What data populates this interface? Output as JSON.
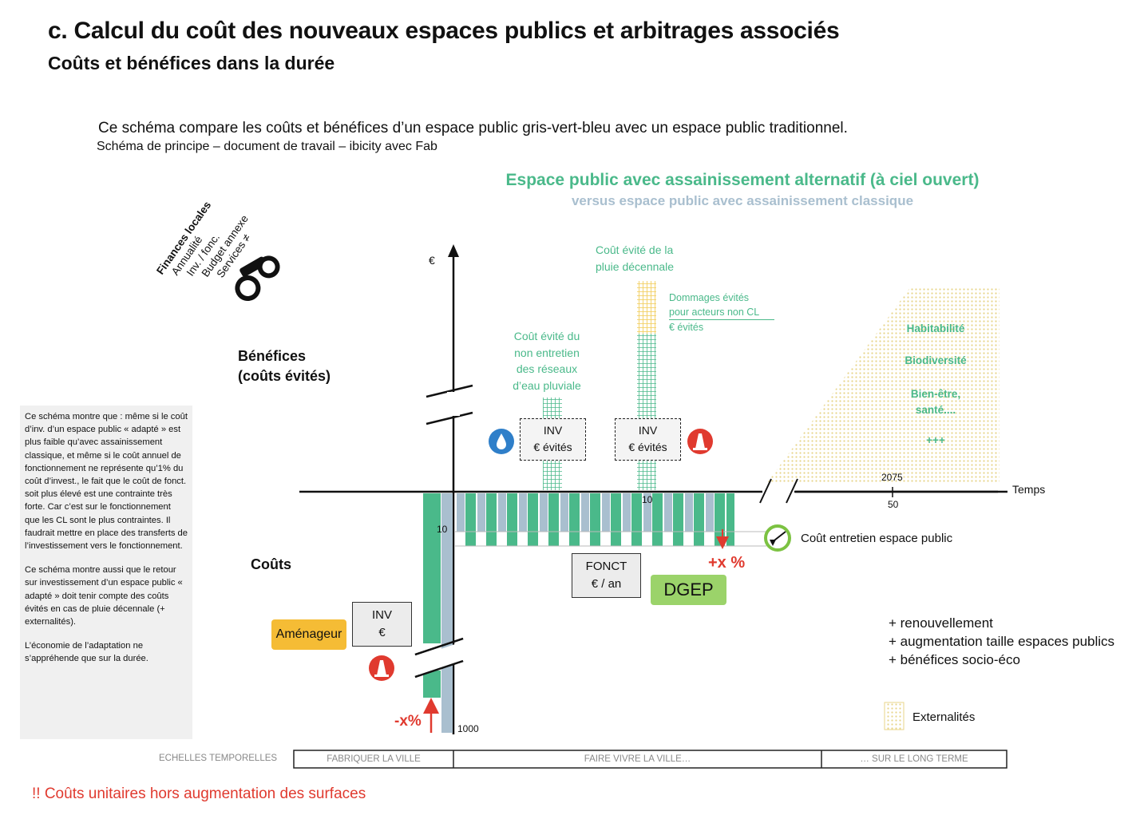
{
  "header": {
    "title": "c. Calcul du coût des nouveaux espaces publics et arbitrages associés",
    "subtitle": "Coûts et bénéfices dans la durée",
    "intro": "Ce schéma compare les coûts et bénéfices d’un espace public gris-vert-bleu avec un espace public traditionnel.",
    "intro_note": "Schéma de principe – document de travail – ibicity avec Fab"
  },
  "diagram": {
    "title": "Espace public avec assainissement alternatif (à ciel ouvert)",
    "subtitle": "versus espace public avec assainissement classique",
    "finances": {
      "heading": "Finances locales",
      "lines": [
        "Annualité",
        "Inv. / fonc.",
        "Budget annexe",
        "Services ≠"
      ]
    },
    "benefits_label_1": "Bénéfices",
    "benefits_label_2": "(coûts évités)",
    "costs_label": "Coûts",
    "euro_label": "€",
    "time_label": "Temps",
    "tick_10_top": "10",
    "tick_10_left": "10",
    "tick_1000": "1000",
    "tick_50": "50",
    "year_2075": "2075",
    "cout_evite_reseaux": [
      "Coût évité du",
      "non entretien",
      "des réseaux",
      "d’eau pluviale"
    ],
    "cout_evite_pluie": [
      "Coût évité de la",
      "pluie décennale"
    ],
    "dommages": [
      "Dommages évités",
      "pour acteurs non CL",
      "€ évités"
    ],
    "inv_evites_1": [
      "INV",
      "€ évités"
    ],
    "inv_evites_2": [
      "INV",
      "€ évités"
    ],
    "inv_box": [
      "INV",
      "€"
    ],
    "fonct_box": [
      "FONCT",
      "€ / an"
    ],
    "amenageur": "Aménageur",
    "dgep": "DGEP",
    "plus_x": "+x %",
    "minus_x": "-x%",
    "entretien": "Coût entretien espace public",
    "externalites_items": [
      "Habitabilité",
      "Biodiversité",
      "Bien-être,",
      "santé....",
      "+++"
    ],
    "plus_list": [
      "+ renouvellement",
      "+ augmentation taille espaces publics",
      "+ bénéfices socio-éco"
    ],
    "externalites_legend": "Externalités",
    "timeline": {
      "label": "ECHELLES TEMPORELLES",
      "segments": [
        "FABRIQUER LA VILLE",
        "FAIRE VIVRE LA VILLE…",
        "… SUR LE LONG TERME"
      ]
    },
    "colors": {
      "green": "#4ab98a",
      "blue_grey": "#a9bfcf",
      "yellow": "#f2cf63",
      "red": "#e03a2f"
    }
  },
  "sidebar": {
    "para1": "Ce schéma montre que : même si le coût d’inv. d’un espace public « adapté » est plus faible qu’avec assainissement classique, et même si le coût annuel de fonctionnement ne représente qu’1% du coût d’invest., le fait que le coût de fonct. soit plus élevé est une contrainte très forte. Car c’est sur le fonctionnement que les CL sont le plus contraintes. Il faudrait mettre en place des transferts de l’investissement vers le fonctionnement.",
    "para2": "Ce schéma montre aussi que le retour sur investissement d’un espace public « adapté » doit tenir compte des coûts évités en cas de pluie décennale (+ externalités).",
    "para3": "L’économie de l’adaptation ne s’appréhende que sur la durée."
  },
  "footer": {
    "alert": "!! Coûts unitaires hors augmentation des surfaces"
  }
}
